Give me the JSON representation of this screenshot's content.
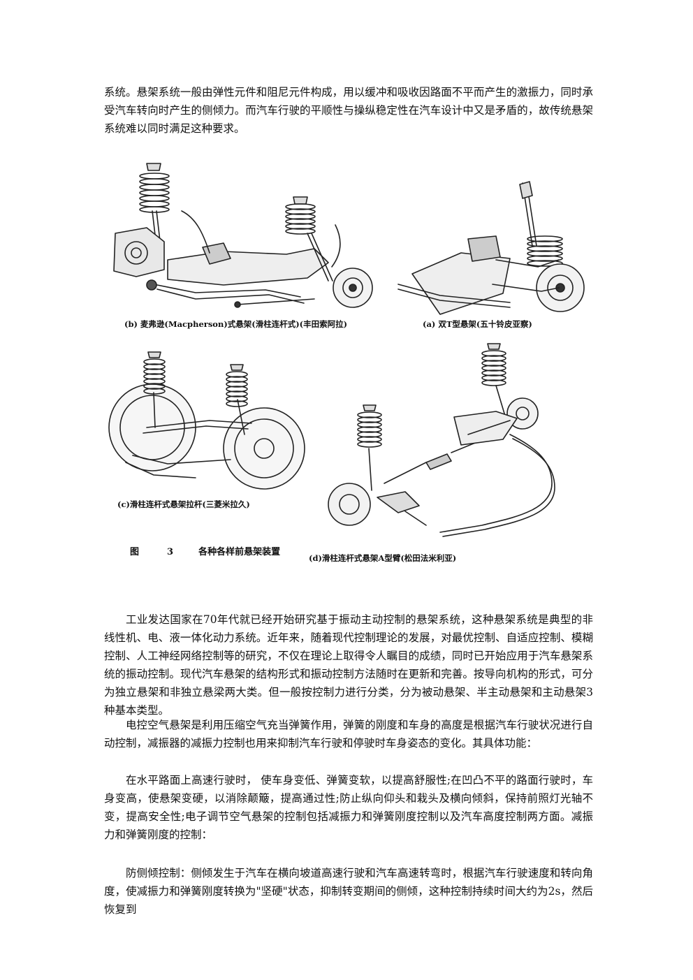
{
  "paragraphs": {
    "p0": "系统。悬架系统一般由弹性元件和阻尼元件构成，用以缓冲和吸收因路面不平而产生的激振力，同时承受汽车转向时产生的侧倾力。而汽车行驶的平顺性与操纵稳定性在汽车设计中又是矛盾的，故传统悬架系统难以同时满足这种要求。",
    "p1": "工业发达国家在70年代就已经开始研究基于振动主动控制的悬架系统，这种悬架系统是典型的非线性机、电、液一体化动力系统。近年来，随着现代控制理论的发展，对最优控制、自适应控制、模糊控制、人工神经网络控制等的研究，不仅在理论上取得令人瞩目的成绩，同时已开始应用于汽车悬架系统的振动控制。现代汽车悬架的结构形式和振动控制方法随时在更新和完善。按导向机构的形式，可分为独立悬架和非独立悬梁两大类。但一般按控制力进行分类，分为被动悬架、半主动悬架和主动悬架3种基本类型。",
    "p2": "电控空气悬架是利用压缩空气充当弹簧作用，弹簧的刚度和车身的高度是根据汽车行驶状况进行自动控制，减振器的减振力控制也用来抑制汽车行驶和停驶时车身姿态的变化。其具体功能：",
    "p3": "在水平路面上高速行驶时， 使车身变低、弹簧变软，以提高舒服性;在凹凸不平的路面行驶时，车身变高，使悬架变硬，以消除颠簸，提高通过性;防止纵向仰头和栽头及横向倾斜，保持前照灯光轴不变，提高安全性;电子调节空气悬架的控制包括减振力和弹簧刚度控制以及汽车高度控制两方面。减振力和弹簧刚度的控制：",
    "p4": "防侧倾控制：侧倾发生于汽车在横向坡道高速行驶和汽车高速转弯时，根据汽车行驶速度和转向角度，使减振力和弹簧刚度转换为\"坚硬\"状态，抑制转变期间的侧倾，这种控制持续时间大约为2s，然后恢复到"
  },
  "figure": {
    "caption_b": "(b) 麦弗逊(Macpherson)式悬架(滑柱连杆式)(丰田索阿拉)",
    "caption_a": "(a) 双T型悬架(五十铃皮亚察)",
    "caption_c": "(c)滑柱连杆式悬架拉杆(三菱米拉久)",
    "caption_d": "(d)滑柱连杆式悬架A型臂(松田法米利亚)",
    "label_prefix": "图",
    "label_number": "3",
    "label_title": "各种各样前悬架装置"
  }
}
